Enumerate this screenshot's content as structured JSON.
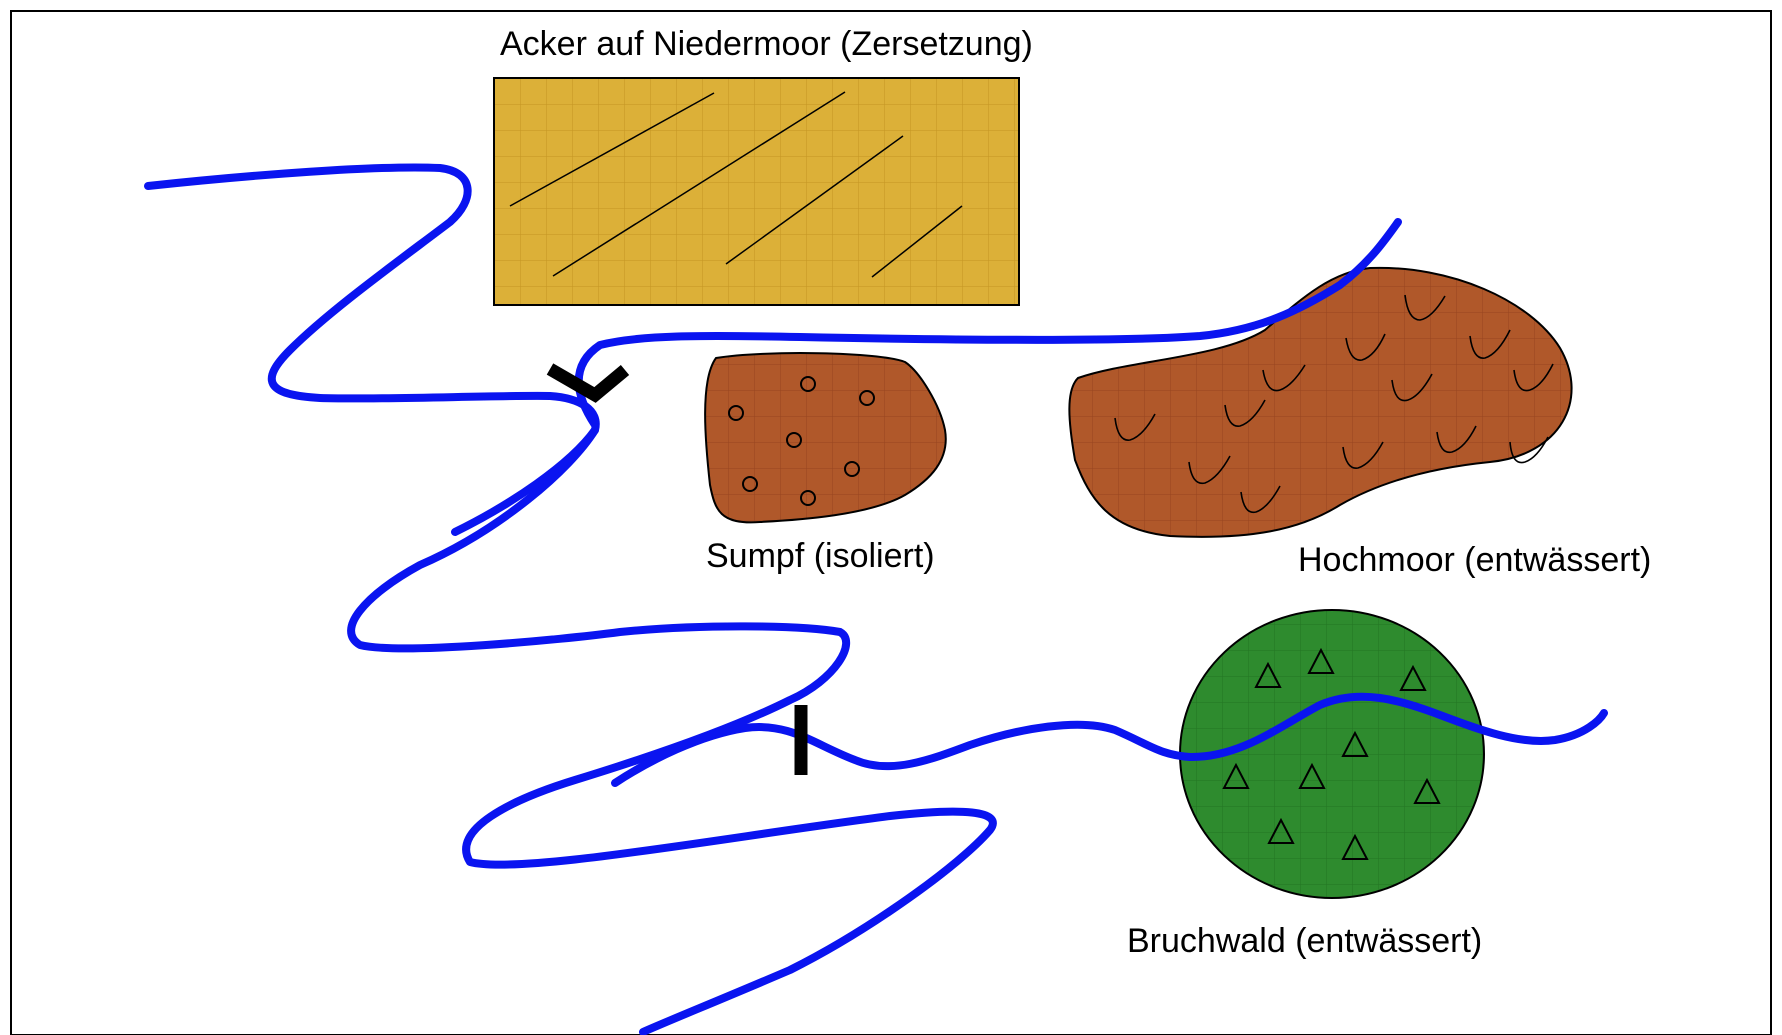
{
  "labels": {
    "field": "Acker auf Niedermoor (Zersetzung)",
    "swamp": "Sumpf (isoliert)",
    "raised_bog": "Hochmoor (entwässert)",
    "carr_forest": "Bruchwald (entwässert)"
  },
  "colors": {
    "river": "#0a14f0",
    "field_fill": "#dcb038",
    "bog_fill": "#b0582a",
    "forest_fill": "#2e8b2e",
    "outline": "#000000"
  },
  "icons": {
    "dam_upper": "dam-v-shaped-icon",
    "dam_lower": "dam-bar-icon"
  }
}
